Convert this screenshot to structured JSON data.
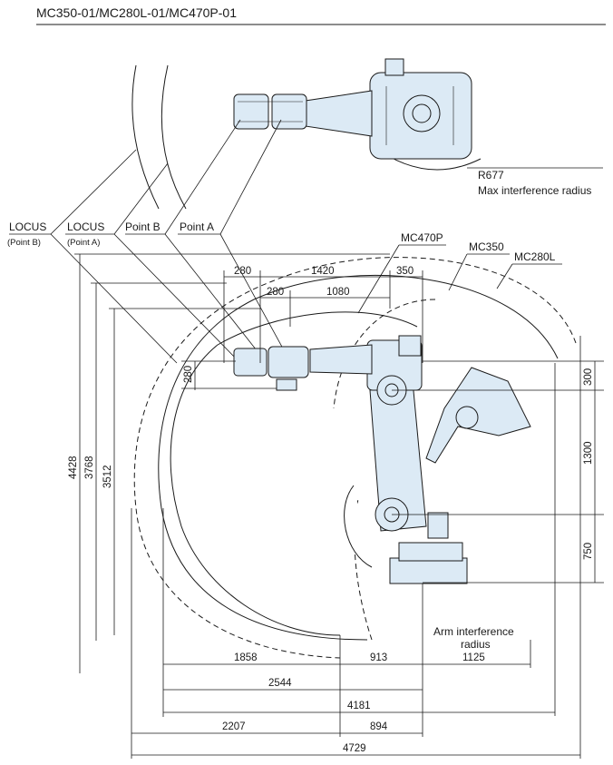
{
  "title": "MC350-01/MC280L-01/MC470P-01",
  "labels": {
    "r677": "R677",
    "max_interference": "Max interference radius",
    "locus": "LOCUS",
    "point_b_paren": "(Point B)",
    "point_a_paren": "(Point A)",
    "point_b": "Point B",
    "point_a": "Point A",
    "mc470p": "MC470P",
    "mc350": "MC350",
    "mc280l": "MC280L",
    "arm_interference_line1": "Arm interference",
    "arm_interference_line2": "radius",
    "arm_interference_value": "1125"
  },
  "dimensions": {
    "top_280": "280",
    "top_1420": "1420",
    "top_350": "350",
    "mid_280": "280",
    "mid_1080": "1080",
    "side_280": "280",
    "v_4428": "4428",
    "v_3768": "3768",
    "v_3512": "3512",
    "r_300": "300",
    "r_1300": "1300",
    "r_750": "750",
    "b_1858": "1858",
    "b_913": "913",
    "b_2544": "2544",
    "b_4181": "4181",
    "b_2207": "2207",
    "b_894": "894",
    "b_4729": "4729"
  },
  "colors": {
    "robot_fill": "#dceaf5",
    "line": "#1a1a1a"
  }
}
